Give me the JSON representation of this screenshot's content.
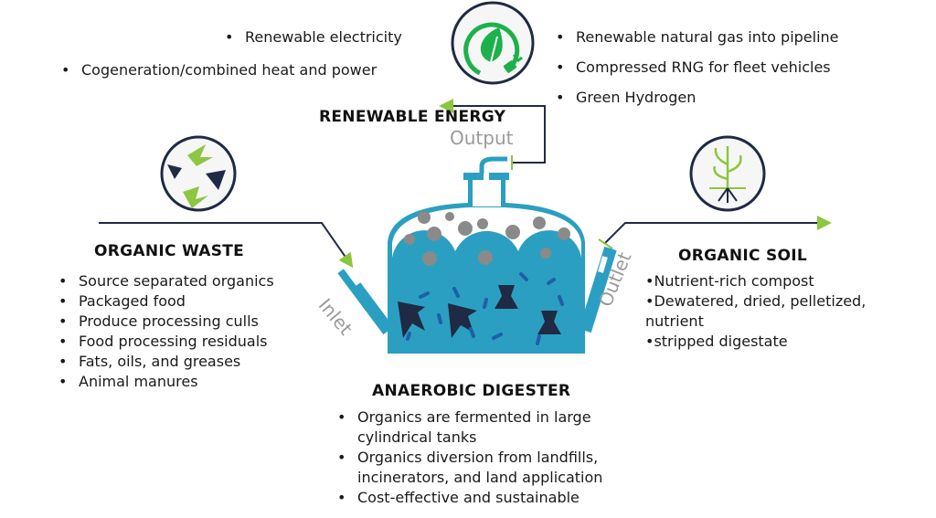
{
  "energy": {
    "title": "RENEWABLE ENERGY",
    "output_label": "Output",
    "left_items": [
      "Renewable electricity",
      "Cogeneration/combined heat and power"
    ],
    "right_items": [
      "Renewable natural gas into pipeline",
      "Compressed RNG for fleet vehicles",
      "Green Hydrogen"
    ]
  },
  "waste": {
    "title": "ORGANIC WASTE",
    "inlet_label": "Inlet",
    "items": [
      "Source separated organics",
      "Packaged food",
      "Produce processing culls",
      "Food processing residuals",
      "Fats, oils, and greases",
      "Animal manures"
    ]
  },
  "soil": {
    "title": "ORGANIC SOIL",
    "outlet_label": "Outlet",
    "lines": [
      "•Nutrient-rich compost",
      "•Dewatered, dried, pelletized,",
      "nutrient",
      "•stripped digestate"
    ]
  },
  "digester": {
    "title": "ANAEROBIC DIGESTER",
    "items": [
      "Organics are fermented in large cylindrical tanks",
      "Organics diversion from landfills, incinerators, and land application",
      "Cost-effective and sustainable"
    ]
  },
  "colors": {
    "tank": "#2b9fc1",
    "green": "#1db14b",
    "lime": "#8dc63f",
    "navy": "#1f2a44",
    "bubble": "#8a8a8a"
  }
}
